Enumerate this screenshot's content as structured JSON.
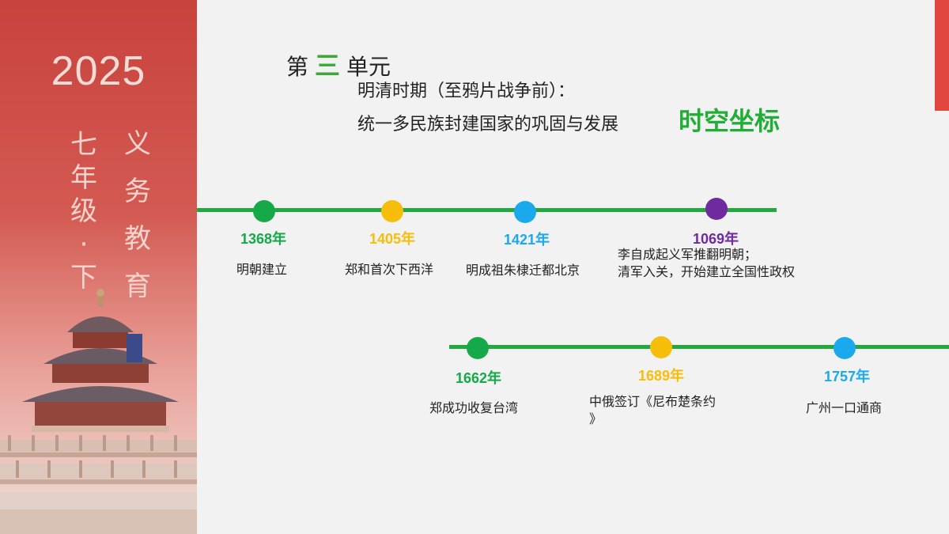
{
  "sidebar": {
    "year": "2025",
    "col1": [
      "七",
      "年",
      "级",
      "·",
      "下"
    ],
    "col2": [
      "义",
      "务",
      "教",
      "育"
    ]
  },
  "header": {
    "unit_prefix": "第",
    "unit_num": "三",
    "unit_suffix": "单元",
    "subtitle1": "明清时期（至鸦片战争前）：",
    "subtitle2": "统一多民族封建国家的巩固与发展",
    "keyword": "时空坐标"
  },
  "colors": {
    "green": "#15a94a",
    "yellow": "#f6be0a",
    "blue": "#1aa9ec",
    "purple": "#6f2aa0",
    "line": "#22a83e"
  },
  "timeline1": [
    {
      "year": "1368年",
      "event": "明朝建立",
      "color": "#15a94a"
    },
    {
      "year": "1405年",
      "event": "郑和首次下西洋",
      "color": "#f6be0a"
    },
    {
      "year": "1421年",
      "event": "明成祖朱棣迁都北京",
      "color": "#1aa9ec"
    },
    {
      "year": "1069年",
      "event_line1": "李自成起义军推翻明朝；",
      "event_line2": "清军入关，开始建立全国性政权",
      "color": "#6f2aa0"
    }
  ],
  "timeline2": [
    {
      "year": "1662年",
      "event": "郑成功收复台湾",
      "color": "#15a94a"
    },
    {
      "year": "1689年",
      "event_line1": "中俄签订《尼布楚条约",
      "event_line2": "》",
      "color": "#f6be0a"
    },
    {
      "year": "1757年",
      "event": "广州一口通商",
      "color": "#1aa9ec"
    }
  ]
}
